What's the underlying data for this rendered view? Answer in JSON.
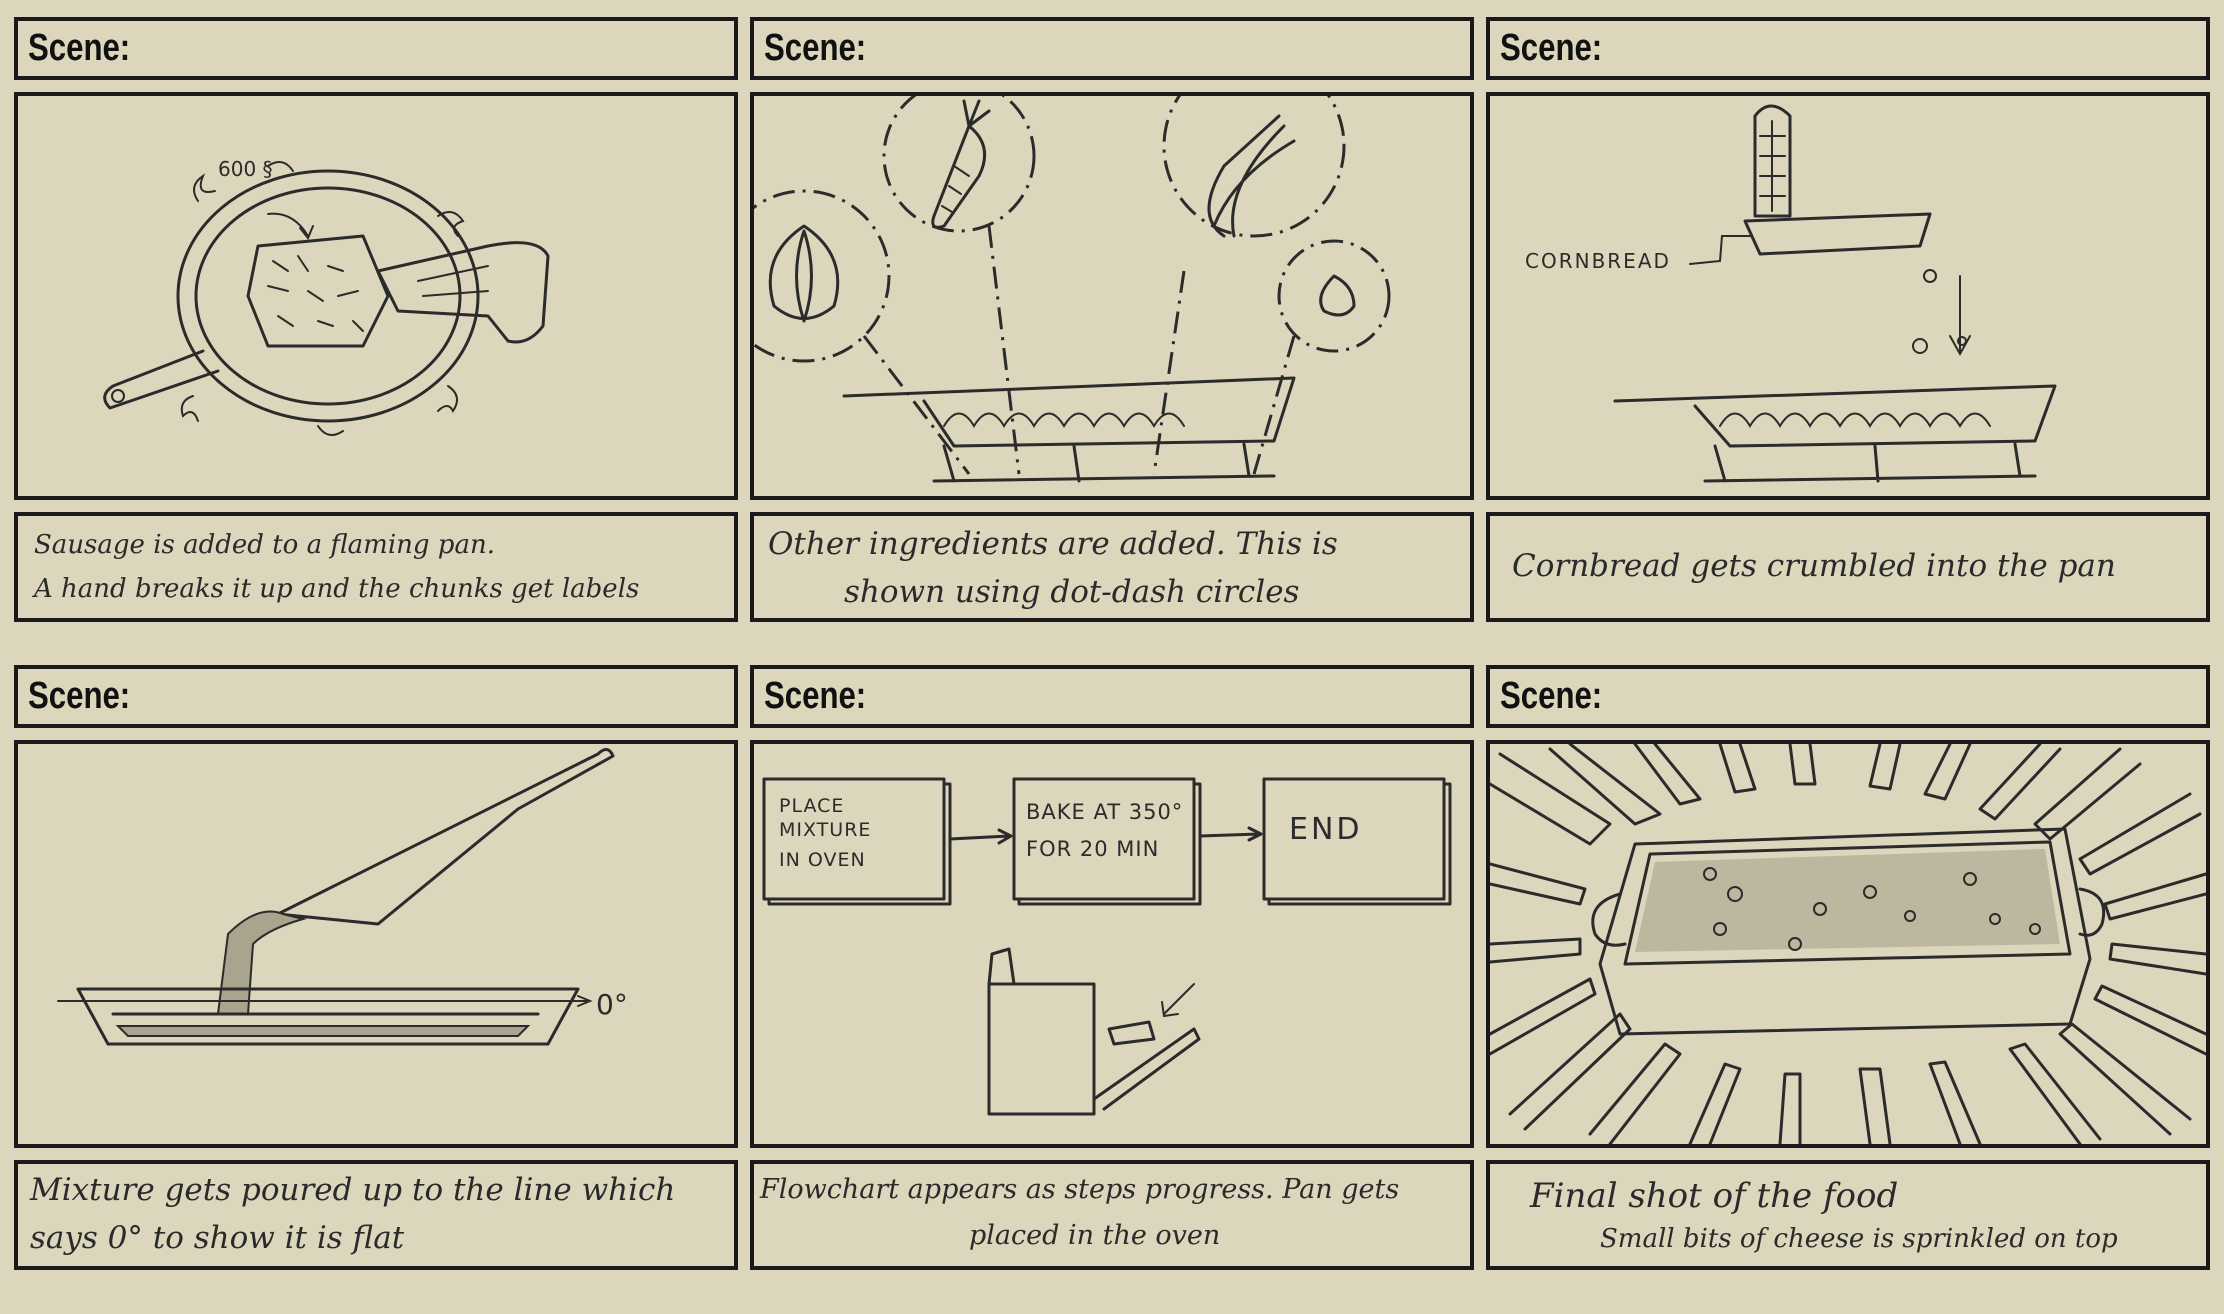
{
  "scene_label": "Scene:",
  "panels": [
    {
      "caption_lines": [
        "Sausage is added to a flaming pan.",
        "A hand breaks it up and the chunks get labels"
      ],
      "sketch_labels": [
        "600 §"
      ]
    },
    {
      "caption_lines": [
        "Other ingredients are added. This is",
        "shown using dot-dash circles"
      ]
    },
    {
      "caption_lines": [
        "Cornbread gets crumbled into the pan"
      ],
      "sketch_labels": [
        "CORNBREAD"
      ]
    },
    {
      "caption_lines": [
        "Mixture gets poured up to the line which",
        "says 0° to show it is flat"
      ],
      "sketch_labels": [
        "0°"
      ]
    },
    {
      "caption_lines": [
        "Flowchart appears as steps progress. Pan gets",
        "placed in the oven"
      ],
      "flowchart": [
        {
          "lines": [
            "PLACE",
            "MIXTURE",
            "IN OVEN"
          ]
        },
        {
          "lines": [
            "BAKE AT 350°",
            "FOR 20 MIN"
          ]
        },
        {
          "lines": [
            "END"
          ]
        }
      ]
    },
    {
      "caption_lines": [
        "Final shot of the food",
        "Small bits of cheese is sprinkled on top"
      ]
    }
  ]
}
